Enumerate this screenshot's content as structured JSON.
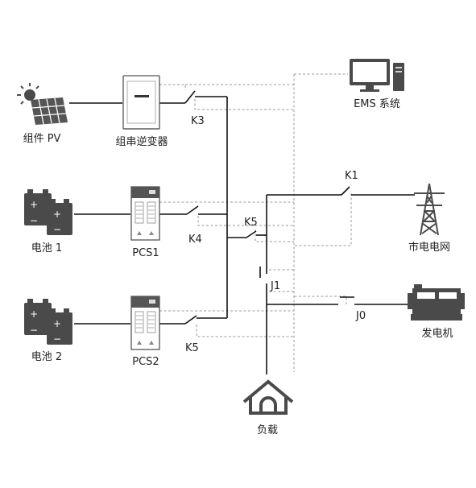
{
  "components": {
    "pv": "组件 PV",
    "string_inverter": "组串逆变器",
    "ems": "EMS 系统",
    "battery1": "电池 1",
    "battery2": "电池 2",
    "pcs1": "PCS1",
    "pcs2": "PCS2",
    "grid": "市电电网",
    "generator": "发电机",
    "load": "负载"
  },
  "switches": {
    "k1": "K1",
    "k3": "K3",
    "k4": "K4",
    "k5_upper": "K5",
    "k5_lower": "K5",
    "j0": "J0",
    "j1": "J1"
  },
  "battery_signs": {
    "plus": "+",
    "minus": "−"
  },
  "colors": {
    "wire": "#111111",
    "control_dashed": "#9a9a9a",
    "icon": "#4a4a4a"
  }
}
